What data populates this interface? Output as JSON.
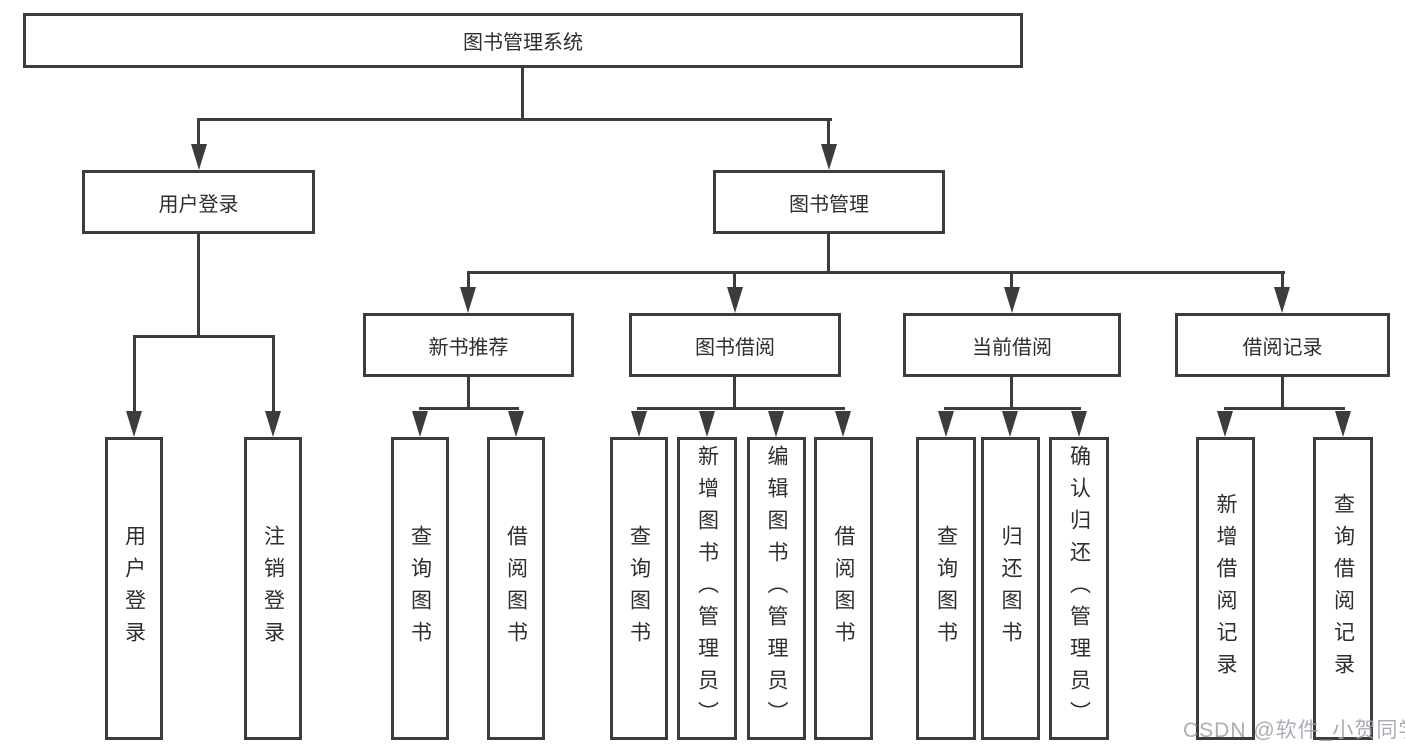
{
  "diagram_title": "图书管理系统",
  "colors": {
    "line": "#3c3c3c",
    "box_border": "#3c3c3c",
    "box_fill": "#ffffff",
    "text": "#2e2e2e",
    "background": "#ffffff",
    "watermark": "#9ea3aa"
  },
  "nodes": {
    "root": {
      "label": "图书管理系统"
    },
    "level2": [
      {
        "label": "用户登录"
      },
      {
        "label": "图书管理"
      }
    ],
    "level3": [
      {
        "label": "新书推荐",
        "parent": "图书管理"
      },
      {
        "label": "图书借阅",
        "parent": "图书管理"
      },
      {
        "label": "当前借阅",
        "parent": "图书管理"
      },
      {
        "label": "借阅记录",
        "parent": "图书管理"
      }
    ],
    "leaves": [
      {
        "label": "用户登录",
        "parent": "用户登录"
      },
      {
        "label": "注销登录",
        "parent": "用户登录"
      },
      {
        "label": "查询图书",
        "parent": "新书推荐"
      },
      {
        "label": "借阅图书",
        "parent": "新书推荐"
      },
      {
        "label": "查询图书",
        "parent": "图书借阅"
      },
      {
        "label": "新增图书（管理员）",
        "parent": "图书借阅"
      },
      {
        "label": "编辑图书（管理员）",
        "parent": "图书借阅"
      },
      {
        "label": "借阅图书",
        "parent": "图书借阅"
      },
      {
        "label": "查询图书",
        "parent": "当前借阅"
      },
      {
        "label": "归还图书",
        "parent": "当前借阅"
      },
      {
        "label": "确认归还（管理员）",
        "parent": "当前借阅"
      },
      {
        "label": "新增借阅记录",
        "parent": "借阅记录"
      },
      {
        "label": "查询借阅记录",
        "parent": "借阅记录"
      }
    ]
  },
  "watermark": {
    "text": "CSDN @软件_小贺同学"
  }
}
